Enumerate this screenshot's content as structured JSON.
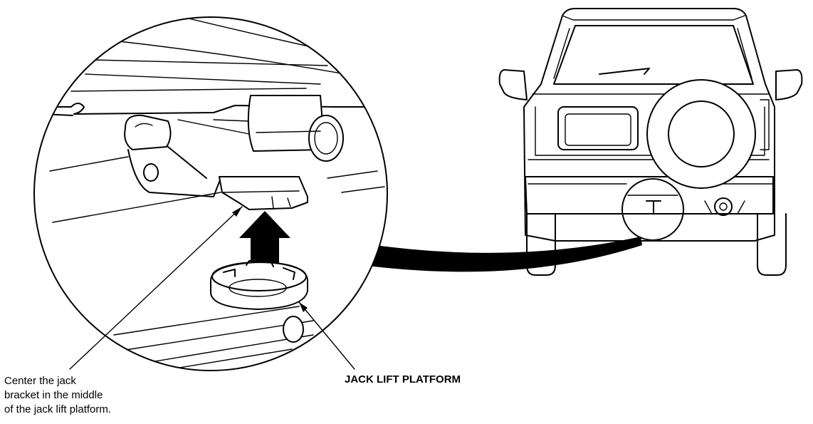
{
  "callouts": {
    "instruction_lines": [
      "Center the jack",
      "bracket in the middle",
      "of the jack lift platform."
    ],
    "platform_label": "JACK LIFT PLATFORM"
  },
  "colors": {
    "line": "#000000",
    "background": "#ffffff"
  },
  "icons": {
    "lift_direction": "up-arrow-icon"
  }
}
